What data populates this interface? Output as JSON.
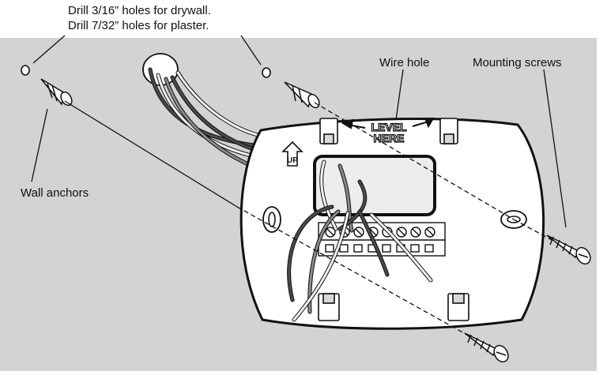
{
  "callouts": {
    "drill_drywall": "Drill 3/16” holes for drywall.",
    "drill_plaster": "Drill 7/32” holes for plaster.",
    "wire_hole": "Wire hole",
    "mounting_screws": "Mounting screws",
    "wall_anchors": "Wall anchors"
  },
  "plate": {
    "level_line1": "LEVEL",
    "level_line2": "HERE",
    "up_marker": "UP"
  },
  "colors": {
    "wall": "#d3d3d3",
    "plate": "#ffffff",
    "outline": "#111111",
    "wire_dark": "#4a4a4a",
    "wire_mid": "#8a8a8a",
    "wire_light": "#f2f2f2"
  }
}
